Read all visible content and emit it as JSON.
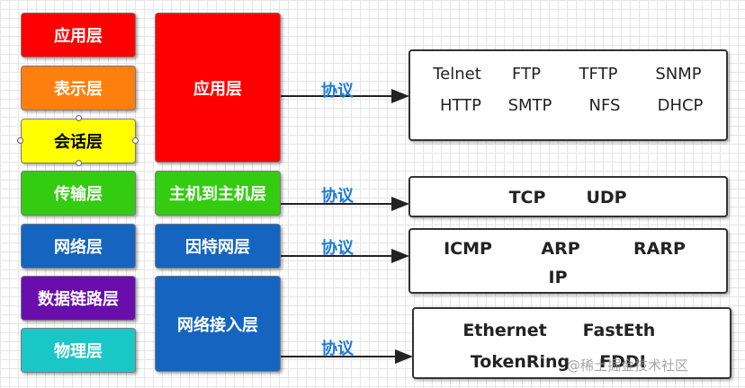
{
  "osi_layers": [
    {
      "label": "应用层",
      "color": "#ff0000"
    },
    {
      "label": "表示层",
      "color": "#ff7f0e"
    },
    {
      "label": "会话层",
      "color": "#ffff00"
    },
    {
      "label": "传输层",
      "color": "#33cc11"
    },
    {
      "label": "网络层",
      "color": "#1565c0"
    },
    {
      "label": "数据链路层",
      "color": "#6a0dad"
    },
    {
      "label": "物理层",
      "color": "#19c7c7"
    }
  ],
  "tcpip_layers": [
    {
      "label": "应用层",
      "color": "#ff0000"
    },
    {
      "label": "主机到主机层",
      "color": "#33cc11"
    },
    {
      "label": "因特网层",
      "color": "#1565c0"
    },
    {
      "label": "网络接入层",
      "color": "#1565c0"
    }
  ],
  "connector_label": "协议",
  "protocols": {
    "application": [
      "Telnet",
      "FTP",
      "TFTP",
      "SNMP",
      "HTTP",
      "SMTP",
      "NFS",
      "DHCP"
    ],
    "host_to_host": [
      "TCP",
      "UDP"
    ],
    "internet": [
      "ICMP",
      "ARP",
      "RARP",
      "IP"
    ],
    "network_access": [
      "Ethernet",
      "FastEth",
      "TokenRing",
      "FDDI"
    ]
  },
  "watermark": "@稀土掘金技术社区"
}
